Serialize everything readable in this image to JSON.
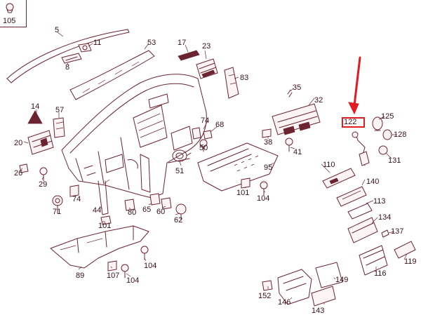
{
  "corner_part_number": "105",
  "highlight": {
    "part_number": "122",
    "color": "#e11b22"
  },
  "line_color": "#6b2430",
  "callouts": {
    "p5": "5",
    "p11": "11",
    "p8": "8",
    "p53": "53",
    "p17": "17",
    "p23": "23",
    "p83": "83",
    "p35": "35",
    "p32": "32",
    "p14": "14",
    "p57": "57",
    "p74": "74",
    "p68": "68",
    "p20": "20",
    "p50": "50",
    "p38": "38",
    "p41": "41",
    "p125": "125",
    "p128": "128",
    "p131": "131",
    "p26": "26",
    "p29": "29",
    "p51": "51",
    "p95": "95",
    "p110": "110",
    "p140": "140",
    "p113": "113",
    "p134": "134",
    "p137": "137",
    "p119": "119",
    "p116": "116",
    "p71": "71",
    "p74b": "74",
    "p44": "44",
    "p80": "80",
    "p65": "65",
    "p60": "60",
    "p62": "62",
    "p101a": "101",
    "p101b": "101",
    "p104a": "104",
    "p89": "89",
    "p107": "107",
    "p104b": "104",
    "p104c": "104",
    "p152": "152",
    "p146": "146",
    "p149": "149",
    "p143": "143"
  }
}
